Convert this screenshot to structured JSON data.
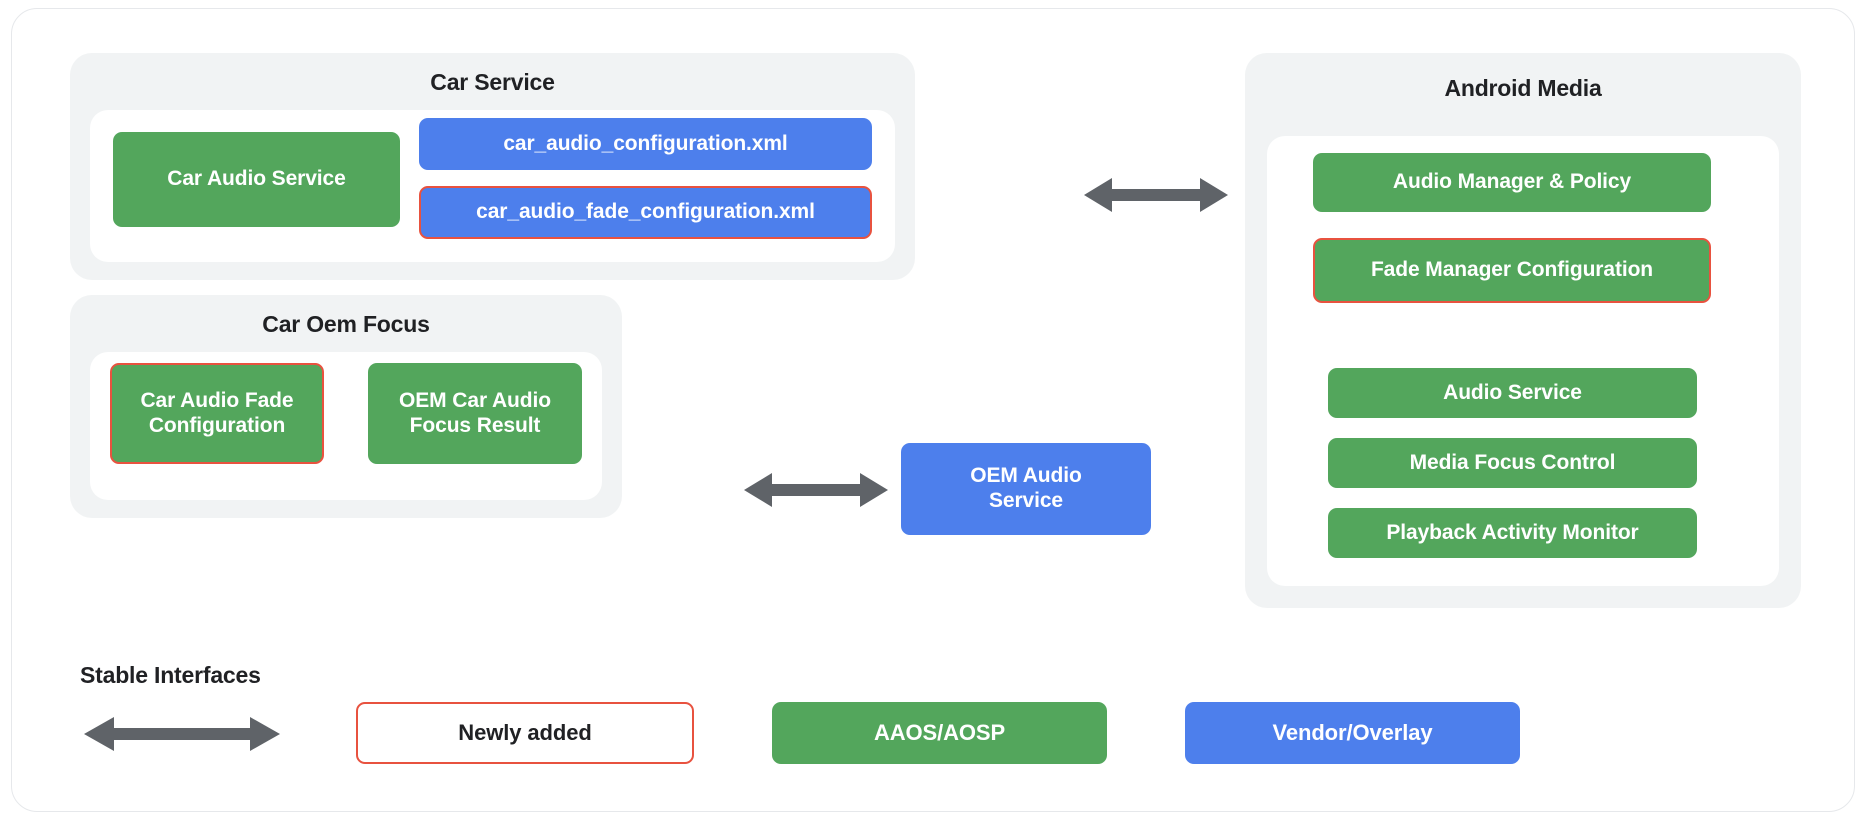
{
  "diagram": {
    "groups": [
      {
        "id": "car-service",
        "title": "Car Service",
        "nodes": [
          {
            "label": "Car Audio Service",
            "kind": "aaos-aosp"
          },
          {
            "label": "car_audio_configuration.xml",
            "kind": "vendor-overlay"
          },
          {
            "label": "car_audio_fade_configuration.xml",
            "kind": "vendor-overlay",
            "newly_added": true
          }
        ]
      },
      {
        "id": "car-oem-focus",
        "title": "Car Oem Focus",
        "nodes": [
          {
            "label": "Car Audio Fade Configuration",
            "kind": "aaos-aosp",
            "newly_added": true
          },
          {
            "label": "OEM Car Audio Focus Result",
            "kind": "aaos-aosp"
          }
        ]
      },
      {
        "id": "android-media",
        "title": "Android Media",
        "nodes": [
          {
            "label": "Audio Manager & Policy",
            "kind": "aaos-aosp"
          },
          {
            "label": "Fade Manager Configuration",
            "kind": "aaos-aosp",
            "newly_added": true
          },
          {
            "label": "Audio Service",
            "kind": "aaos-aosp"
          },
          {
            "label": "Media Focus Control",
            "kind": "aaos-aosp"
          },
          {
            "label": "Playback Activity Monitor",
            "kind": "aaos-aosp"
          }
        ]
      }
    ],
    "standalone_nodes": [
      {
        "label": "OEM Audio\nService",
        "label_line1": "OEM Audio",
        "label_line2": "Service",
        "kind": "vendor-overlay"
      }
    ],
    "connectors": [
      {
        "id": "car-service-to-android-media",
        "type": "double-arrow"
      },
      {
        "id": "car-oem-focus-to-oem-audio-service",
        "type": "double-arrow"
      }
    ]
  },
  "legend": {
    "stable_interfaces_label": "Stable Interfaces",
    "items": [
      {
        "label": "Newly added",
        "style": "outline-red"
      },
      {
        "label": "AAOS/AOSP",
        "style": "green"
      },
      {
        "label": "Vendor/Overlay",
        "style": "blue"
      }
    ]
  },
  "colors": {
    "green": "#53a65c",
    "blue": "#4d7fec",
    "red_outline": "#e8523f",
    "arrow_gray": "#5f6368",
    "panel_gray": "#f1f3f4",
    "text_dark": "#202124"
  }
}
